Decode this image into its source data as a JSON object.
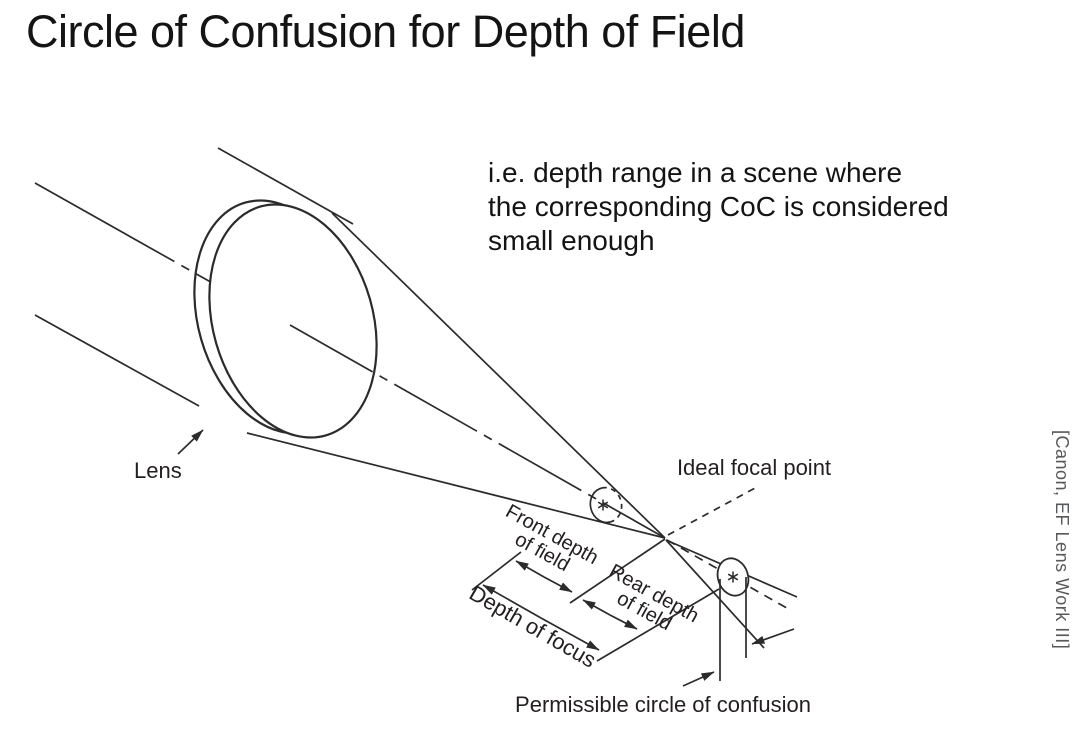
{
  "slide": {
    "title": "Circle of Confusion for Depth of Field",
    "note_lines": [
      "i.e. depth range in a scene where",
      "the corresponding CoC is considered",
      "small enough"
    ],
    "citation": "[Canon, EF Lens Work III]"
  },
  "diagram": {
    "labels": {
      "lens": "Lens",
      "ideal_focal_point": "Ideal focal point",
      "front_depth": [
        "Front depth",
        "of field"
      ],
      "rear_depth": [
        "Rear depth",
        "of field"
      ],
      "depth_of_focus": "Depth of focus",
      "permissible_coc": "Permissible circle of confusion"
    },
    "colors": {
      "ink": "#2b2b2b",
      "label_text": "#231f20",
      "title_text": "#141414",
      "citation_text": "#58595b",
      "background": "#ffffff"
    }
  }
}
